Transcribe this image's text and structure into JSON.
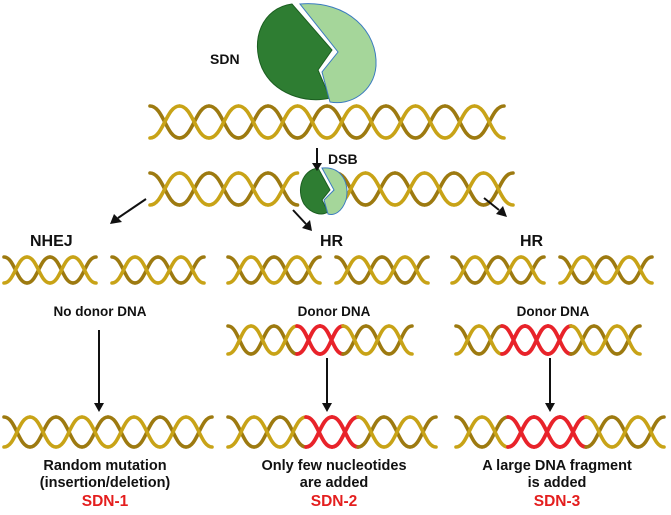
{
  "labels": {
    "sdn": "SDN",
    "dsb": "DSB",
    "nhej": "NHEJ",
    "hr_middle": "HR",
    "hr_right": "HR",
    "no_donor": "No donor DNA",
    "donor_middle": "Donor DNA",
    "donor_right": "Donor DNA"
  },
  "outcomes": {
    "sdn1_line1": "Random mutation",
    "sdn1_line2": "(insertion/deletion)",
    "sdn1_title": "SDN-1",
    "sdn2_line1": "Only few nucleotides",
    "sdn2_line2": "are added",
    "sdn2_title": "SDN-2",
    "sdn3_line1": "A large DNA fragment",
    "sdn3_line2": "is added",
    "sdn3_title": "SDN-3"
  },
  "colors": {
    "enzyme_dark": "#2e7d32",
    "enzyme_light": "#a5d69a",
    "dna_gold": "#c8a317",
    "donor_red": "#e8232a",
    "title_red": "#e41e1e"
  }
}
